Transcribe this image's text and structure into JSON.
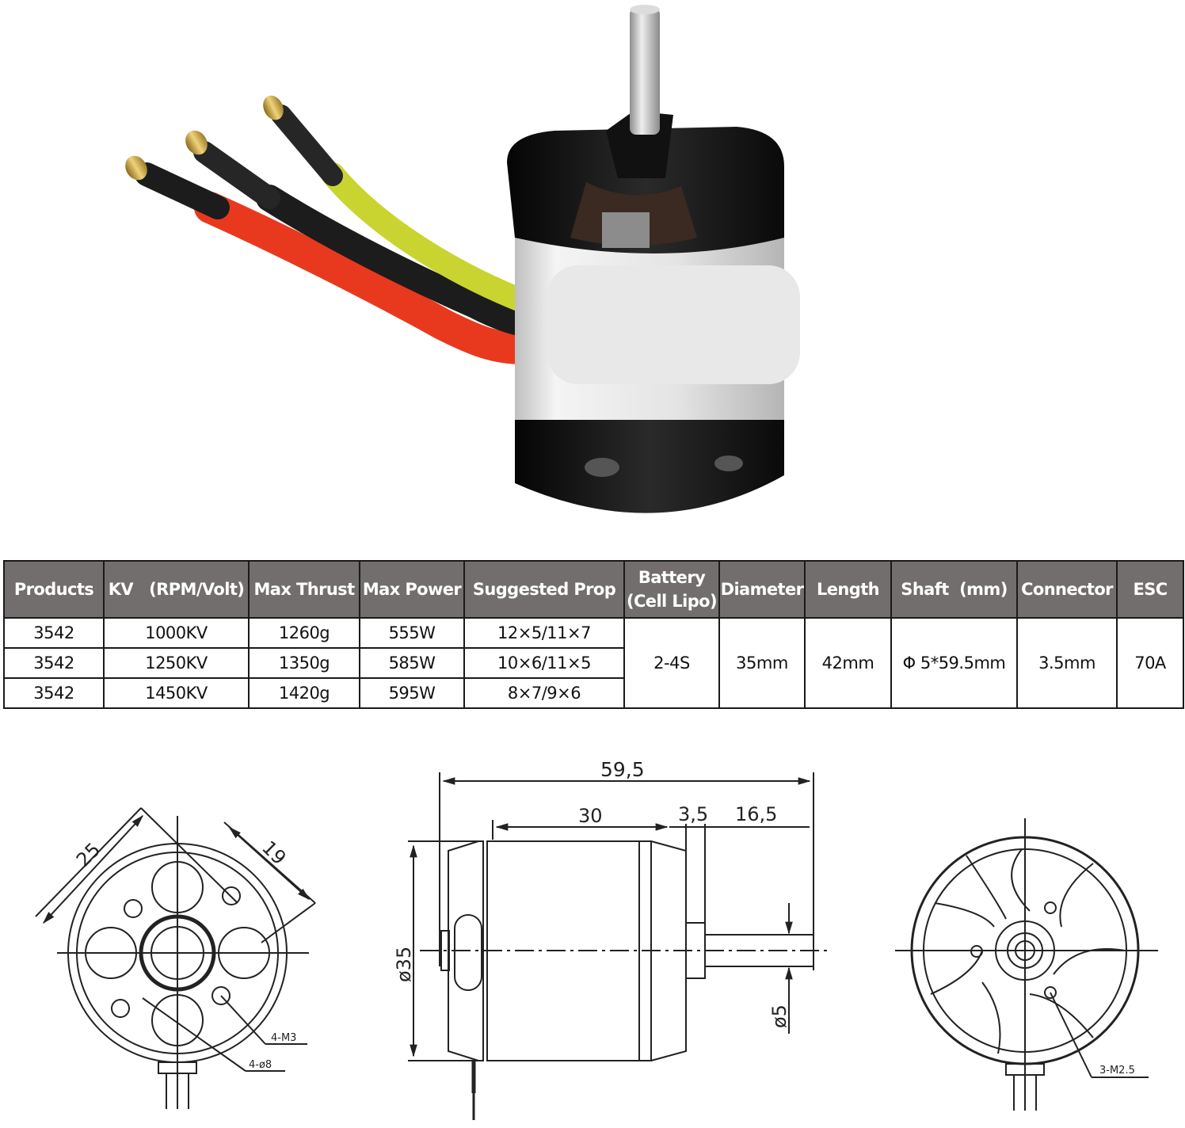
{
  "product_photo": {
    "description": "Brushless outrunner motor with three bullet-connector leads",
    "wire_colors": {
      "red": "#e8391f",
      "black": "#1c1c1c",
      "yellow": "#c9d431"
    },
    "connector_color": "#c9a23a",
    "body_colors": {
      "can": "#e6e6e6",
      "endbell": "#141414",
      "shaft": "#c8c8c8"
    }
  },
  "spec_table": {
    "header_bg": "#716e6d",
    "columns": [
      {
        "label": "Products"
      },
      {
        "label": "KV   (RPM/Volt)"
      },
      {
        "label": "Max Thrust"
      },
      {
        "label": "Max Power"
      },
      {
        "label": "Suggested Prop"
      },
      {
        "label": "Battery",
        "label2": "(Cell Lipo)"
      },
      {
        "label": "Diameter"
      },
      {
        "label": "Length"
      },
      {
        "label": "Shaft  (mm)"
      },
      {
        "label": "Connector"
      },
      {
        "label": "ESC"
      }
    ],
    "rows": [
      {
        "product": "3542",
        "kv": "1000KV",
        "max_thrust": "1260g",
        "max_power": "555W",
        "prop": "12×5/11×7"
      },
      {
        "product": "3542",
        "kv": "1250KV",
        "max_thrust": "1350g",
        "max_power": "585W",
        "prop": "10×6/11×5"
      },
      {
        "product": "3542",
        "kv": "1450KV",
        "max_thrust": "1420g",
        "max_power": "595W",
        "prop": "8×7/9×6"
      }
    ],
    "shared": {
      "battery": "2-4S",
      "diameter": "35mm",
      "length": "42mm",
      "shaft": "Φ 5*59.5mm",
      "connector": "3.5mm",
      "esc": "70A"
    }
  },
  "drawings": {
    "front_view": {
      "dims": {
        "bolt_circle_a": "25",
        "bolt_circle_b": "19"
      },
      "callouts": {
        "threads": "4-M3",
        "holes": "4-ø8"
      }
    },
    "side_view": {
      "dims": {
        "overall_length": "59,5",
        "body_length": "30",
        "collar": "3,5",
        "shaft_extension": "16,5",
        "diameter": "ø35",
        "shaft_diameter": "ø5"
      }
    },
    "rear_view": {
      "callouts": {
        "threads": "3-M2.5"
      }
    }
  }
}
